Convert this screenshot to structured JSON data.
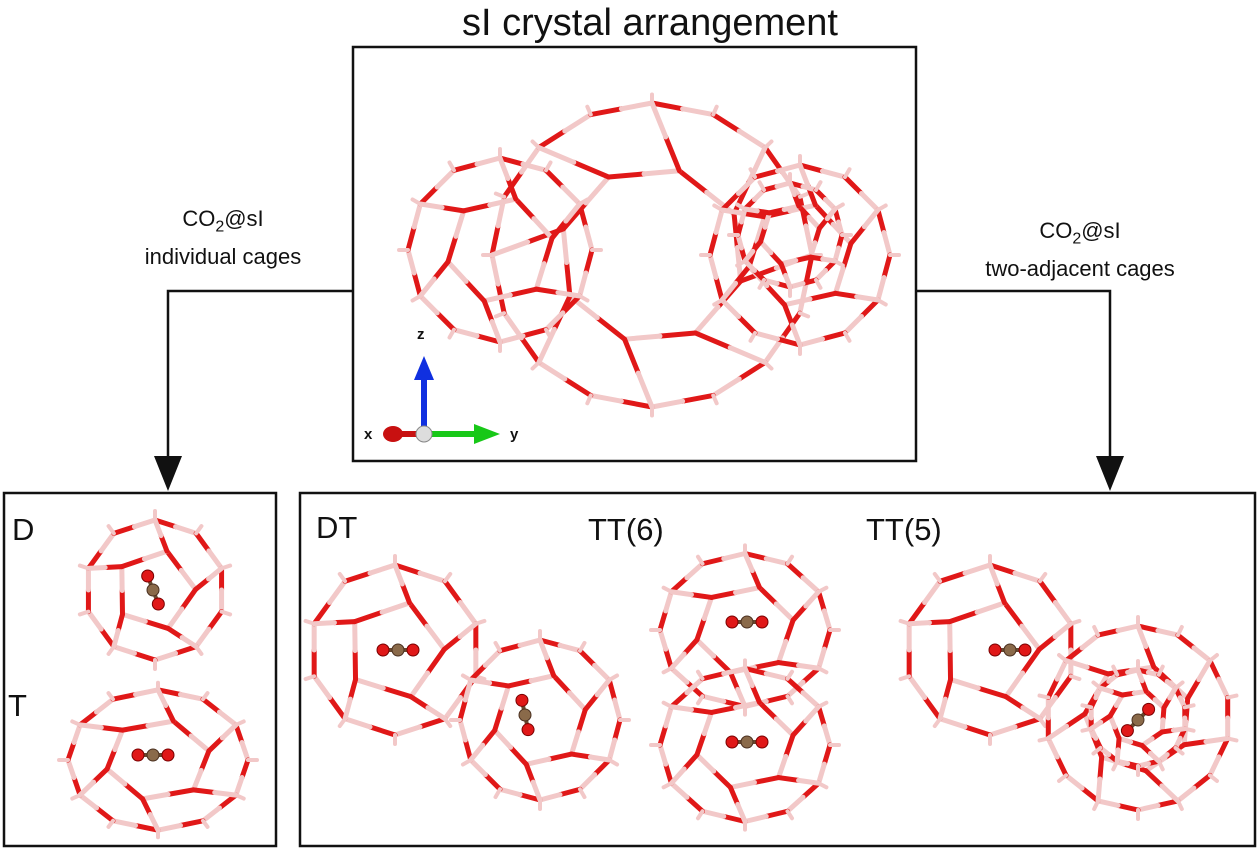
{
  "title": "sI crystal arrangement",
  "left_note": {
    "line1_main": "CO",
    "line1_sub": "2",
    "line1_rest": "@sI",
    "line2": "individual cages"
  },
  "right_note": {
    "line1_main": "CO",
    "line1_sub": "2",
    "line1_rest": "@sI",
    "line2": "two-adjacent cages"
  },
  "axes": {
    "x": "x",
    "y": "y",
    "z": "z"
  },
  "panels": {
    "D": "D",
    "T": "T",
    "DT": "DT",
    "TT6": "TT(6)",
    "TT5": "TT(5)"
  },
  "colors": {
    "oxygen": "#e01818",
    "bond": "#f2c8c8",
    "carbon": "#8a6a4a",
    "x_axis": "#c81010",
    "y_axis": "#18c818",
    "z_axis": "#1030e0",
    "frame": "#111111"
  }
}
